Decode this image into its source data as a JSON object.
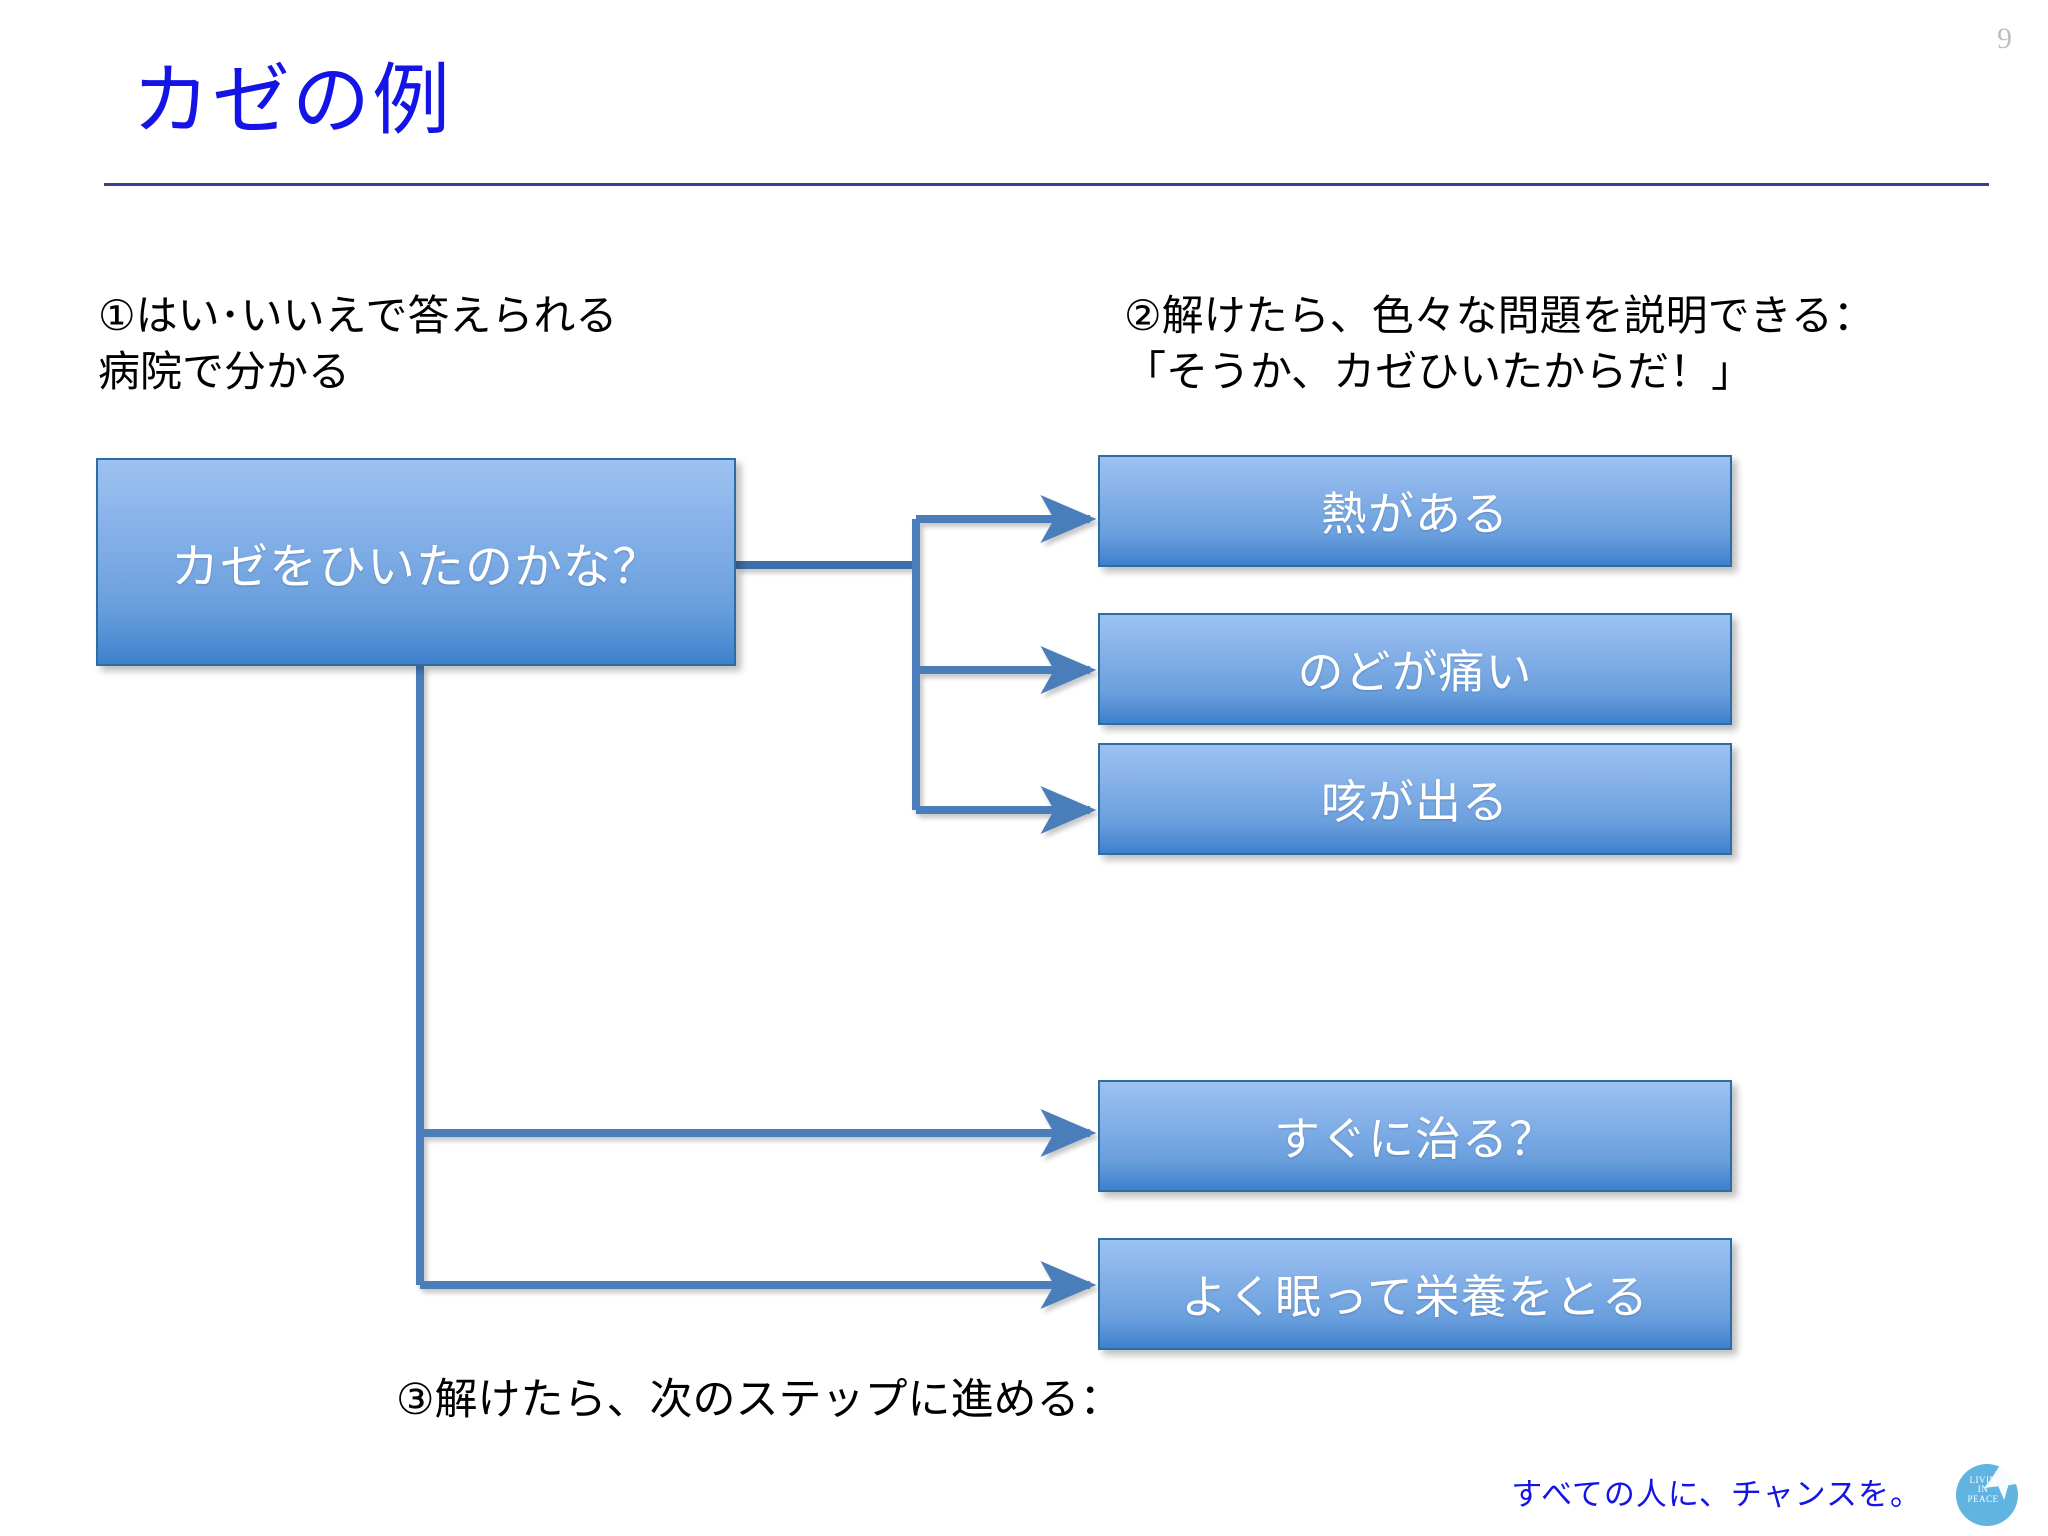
{
  "slide": {
    "page_number": "9",
    "title": "カゼの例",
    "accent_color": "#1414e6",
    "rule_color": "#3b3f8f",
    "box_fill_top": "#9cc2f0",
    "box_fill_bottom": "#3f81cc",
    "box_border": "#2e6ca4",
    "connector_color": "#4a7ebb"
  },
  "annotations": {
    "note1": "①はい･いいえで答えられる\n病院で分かる",
    "note2": "②解けたら、色々な問題を説明できる：\n「そうか、カゼひいたからだ！」",
    "note3": "③解けたら、次のステップに進める："
  },
  "diagram": {
    "type": "flow",
    "root": {
      "label": "カゼをひいたのかな？"
    },
    "branch_symptoms": [
      {
        "label": "熱がある"
      },
      {
        "label": "のどが痛い"
      },
      {
        "label": "咳が出る"
      }
    ],
    "branch_next_steps": [
      {
        "label": "すぐに治る？"
      },
      {
        "label": "よく眠って栄養をとる"
      }
    ]
  },
  "footer": {
    "tagline": "すべての人に、チャンスを。",
    "logo_line1": "LIVIN",
    "logo_line2": "IN",
    "logo_line3": "PEACE"
  }
}
